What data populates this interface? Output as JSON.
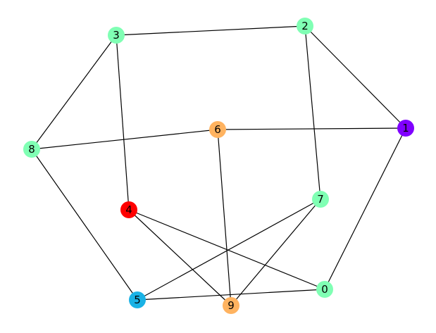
{
  "graph": {
    "nodes": [
      {
        "id": "0",
        "label": "0",
        "color": "#80ffb4"
      },
      {
        "id": "1",
        "label": "1",
        "color": "#8000ff"
      },
      {
        "id": "2",
        "label": "2",
        "color": "#80ffb4"
      },
      {
        "id": "3",
        "label": "3",
        "color": "#80ffb4"
      },
      {
        "id": "4",
        "label": "4",
        "color": "#ff0000"
      },
      {
        "id": "5",
        "label": "5",
        "color": "#1ab2e5"
      },
      {
        "id": "6",
        "label": "6",
        "color": "#ffb360"
      },
      {
        "id": "7",
        "label": "7",
        "color": "#80ffb4"
      },
      {
        "id": "8",
        "label": "8",
        "color": "#80ffb4"
      },
      {
        "id": "9",
        "label": "9",
        "color": "#ffb360"
      }
    ],
    "edges": [
      [
        "3",
        "2"
      ],
      [
        "2",
        "1"
      ],
      [
        "2",
        "7"
      ],
      [
        "3",
        "8"
      ],
      [
        "3",
        "4"
      ],
      [
        "8",
        "6"
      ],
      [
        "6",
        "1"
      ],
      [
        "1",
        "0"
      ],
      [
        "6",
        "9"
      ],
      [
        "8",
        "5"
      ],
      [
        "4",
        "9"
      ],
      [
        "4",
        "0"
      ],
      [
        "7",
        "5"
      ],
      [
        "7",
        "9"
      ],
      [
        "5",
        "0"
      ]
    ]
  }
}
